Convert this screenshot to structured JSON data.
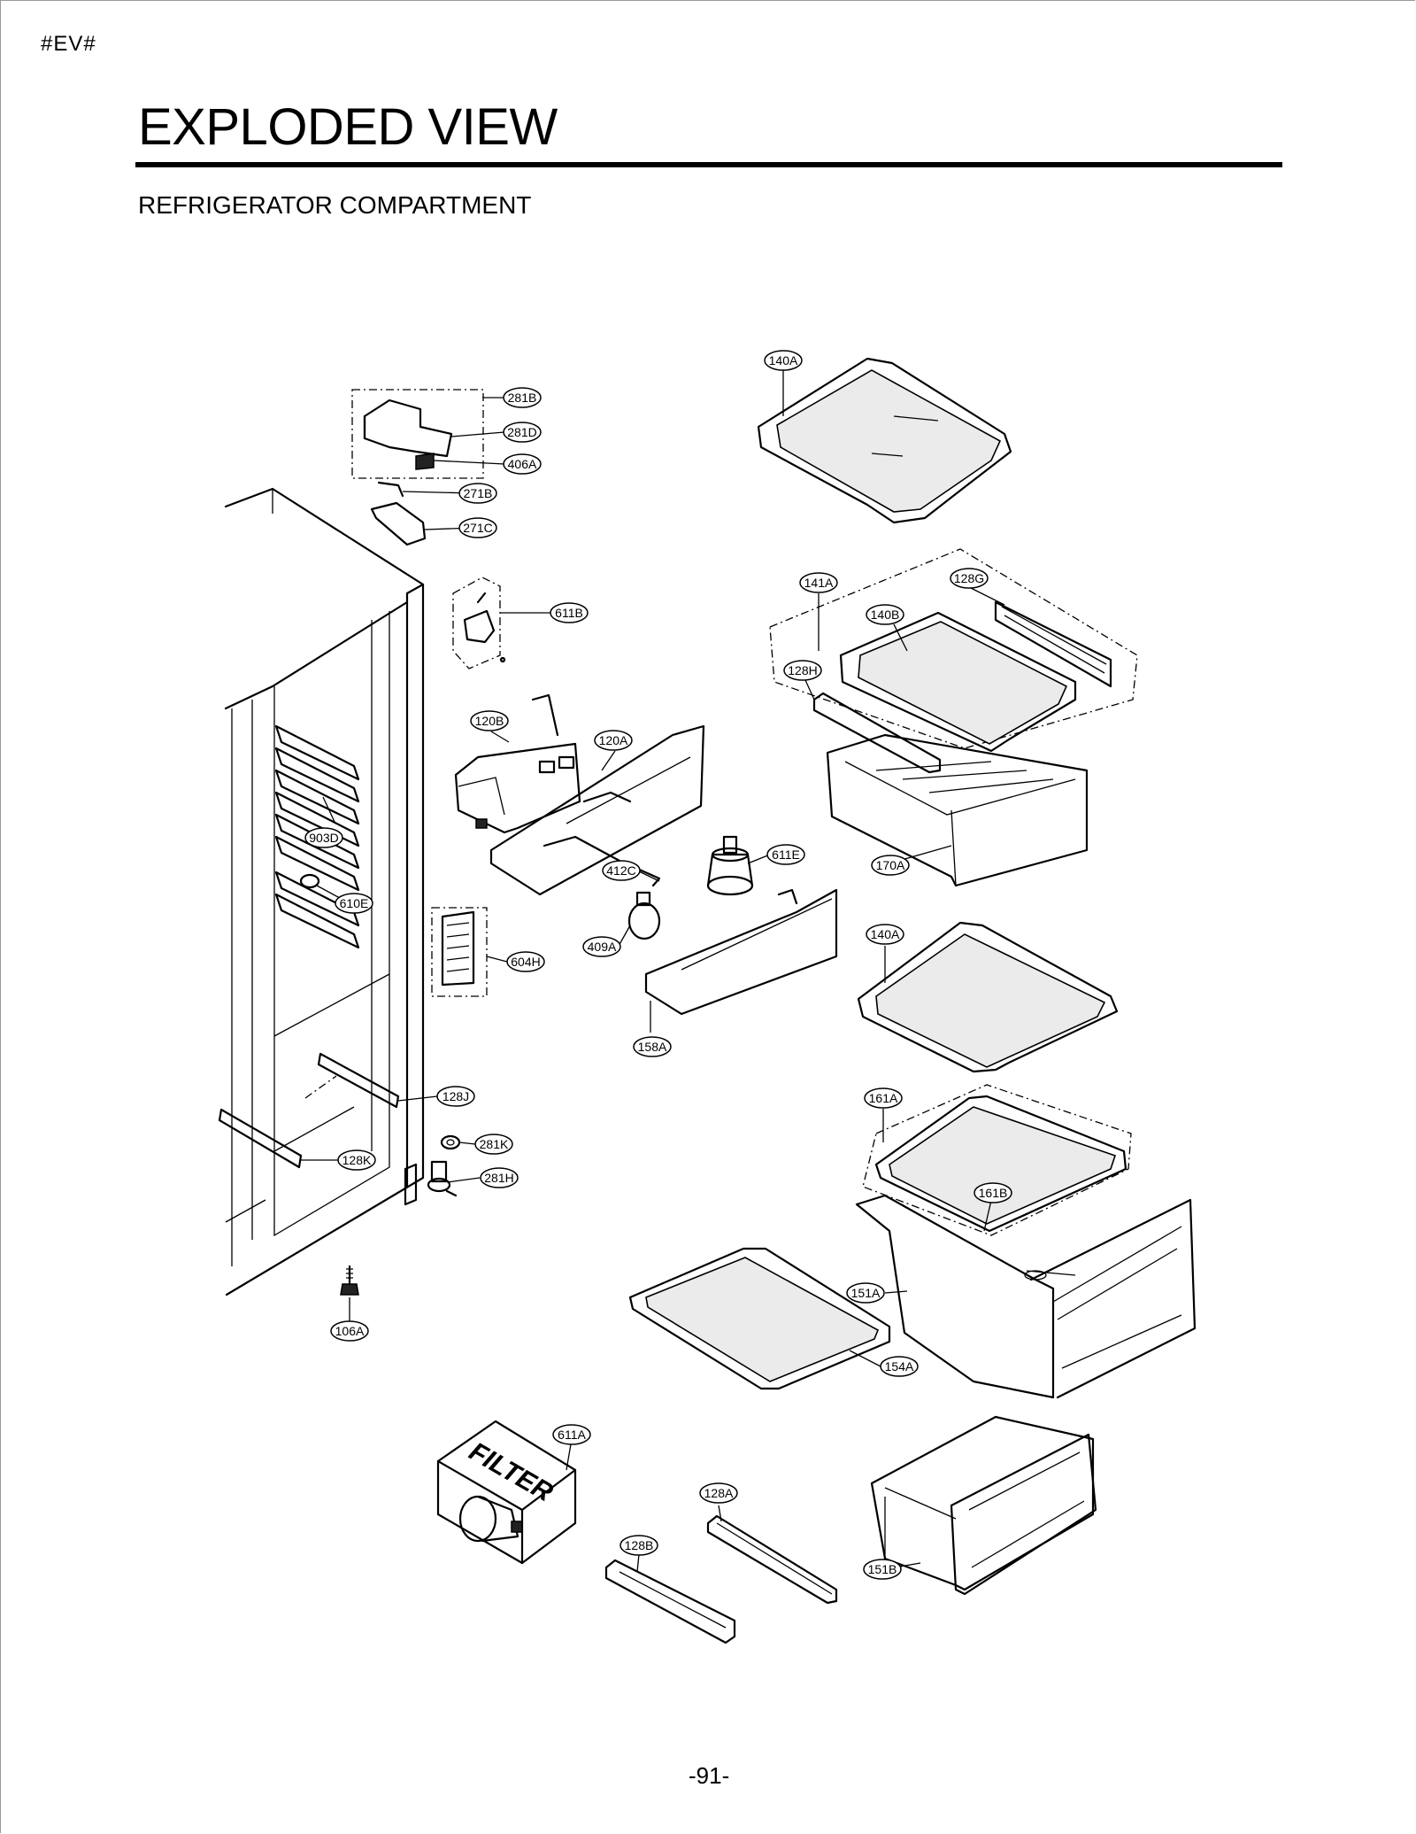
{
  "header": {
    "tag": "#EV#",
    "title": "EXPLODED VIEW",
    "subtitle": "REFRIGERATOR COMPARTMENT"
  },
  "page_number": "-91-",
  "filter_label": "FILTER",
  "callouts": {
    "c140A_top": "140A",
    "c281B": "281B",
    "c281D": "281D",
    "c406A": "406A",
    "c271B": "271B",
    "c271C": "271C",
    "c611B": "611B",
    "c141A": "141A",
    "c128G": "128G",
    "c140B": "140B",
    "c128H": "128H",
    "c120B": "120B",
    "c120A": "120A",
    "c903D": "903D",
    "c611E": "611E",
    "c412C": "412C",
    "c170A": "170A",
    "c610E": "610E",
    "c409A": "409A",
    "c140A_mid": "140A",
    "c604H": "604H",
    "c158A": "158A",
    "c128J": "128J",
    "c161A": "161A",
    "c281K": "281K",
    "c128K": "128K",
    "c281H": "281H",
    "c161B": "161B",
    "c151A": "151A",
    "c106A": "106A",
    "c154A": "154A",
    "c611A": "611A",
    "c128A": "128A",
    "c128B": "128B",
    "c151B": "151B"
  }
}
